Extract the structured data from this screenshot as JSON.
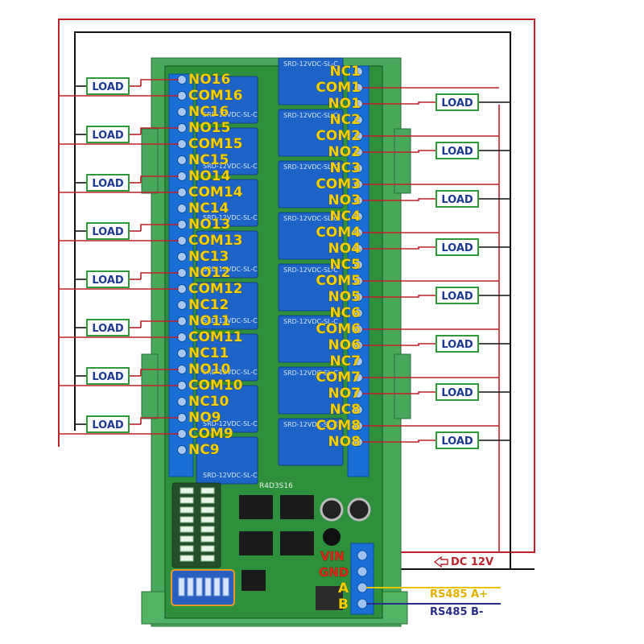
{
  "load_label": "LOAD",
  "terminals_left": [
    "NO16",
    "COM16",
    "NC16",
    "NO15",
    "COM15",
    "NC15",
    "NO14",
    "COM14",
    "NC14",
    "NO13",
    "COM13",
    "NC13",
    "NO12",
    "COM12",
    "NC12",
    "NO11",
    "COM11",
    "NC11",
    "NO10",
    "COM10",
    "NC10",
    "NO9",
    "COM9",
    "NC9"
  ],
  "terminals_right": [
    "NC1",
    "COM1",
    "NO1",
    "NC2",
    "COM2",
    "NO2",
    "NC3",
    "COM3",
    "NO3",
    "NC4",
    "COM4",
    "NO4",
    "NC5",
    "COM5",
    "NO5",
    "NC6",
    "COM6",
    "NO6",
    "NC7",
    "COM7",
    "NO7",
    "NC8",
    "COM8",
    "NO8"
  ],
  "relay_model": "SRD-12VDC-SL-C",
  "board_label": "R4D3S16",
  "power_terminals": [
    "VIN",
    "GND",
    "A",
    "B"
  ],
  "external": {
    "dc": "DC 12V",
    "rs485_a": "RS485 A+",
    "rs485_b": "RS485 B-"
  },
  "colors": {
    "pcb": "#2e8f3c",
    "rail": "#47a85a",
    "relay": "#1e63c8",
    "terminal_block": "#1a6fd6",
    "wire_red": "#c0202a",
    "wire_black": "#111111",
    "wire_yellow": "#e8c400",
    "wire_blue": "#2b2b8c",
    "load_box": "#2f9a3a",
    "terminal_text": "#f4d000"
  }
}
